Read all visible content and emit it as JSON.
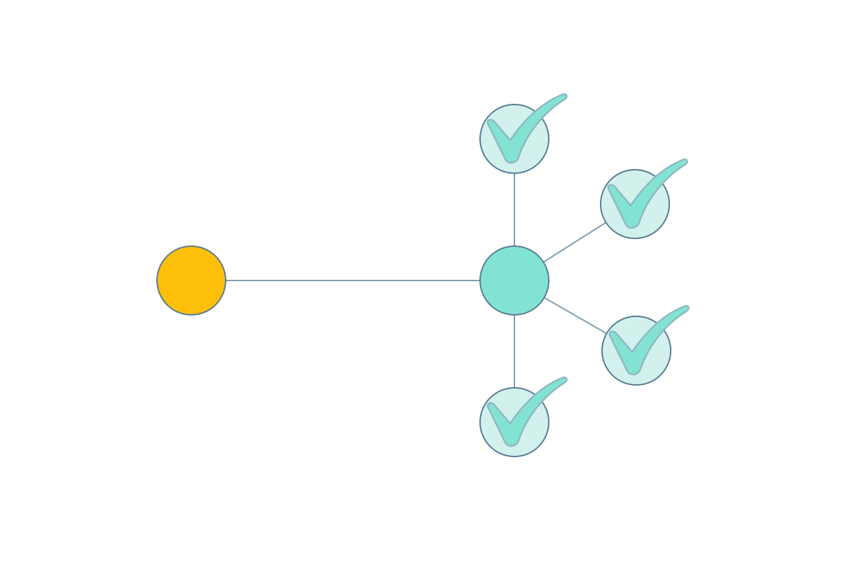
{
  "colors": {
    "background": "#ffffff",
    "source_fill": "#fdbf07",
    "hub_fill": "#83e3d3",
    "leaf_fill": "#d2f1ec",
    "node_stroke": "#5a7d94",
    "edge_stroke": "#7f9db0",
    "check_fill": "#83e3d3",
    "check_stroke": "#8db9c4"
  },
  "nodes": [
    {
      "id": "source",
      "kind": "source",
      "icon": "circle"
    },
    {
      "id": "hub",
      "kind": "hub",
      "icon": "circle"
    },
    {
      "id": "leaf-top",
      "kind": "leaf",
      "icon": "checkmark-icon"
    },
    {
      "id": "leaf-upper-right",
      "kind": "leaf",
      "icon": "checkmark-icon"
    },
    {
      "id": "leaf-lower-right",
      "kind": "leaf",
      "icon": "checkmark-icon"
    },
    {
      "id": "leaf-bottom",
      "kind": "leaf",
      "icon": "checkmark-icon"
    }
  ],
  "edges": [
    {
      "from": "source",
      "to": "hub"
    },
    {
      "from": "hub",
      "to": "leaf-top"
    },
    {
      "from": "hub",
      "to": "leaf-upper-right"
    },
    {
      "from": "hub",
      "to": "leaf-lower-right"
    },
    {
      "from": "hub",
      "to": "leaf-bottom"
    }
  ]
}
